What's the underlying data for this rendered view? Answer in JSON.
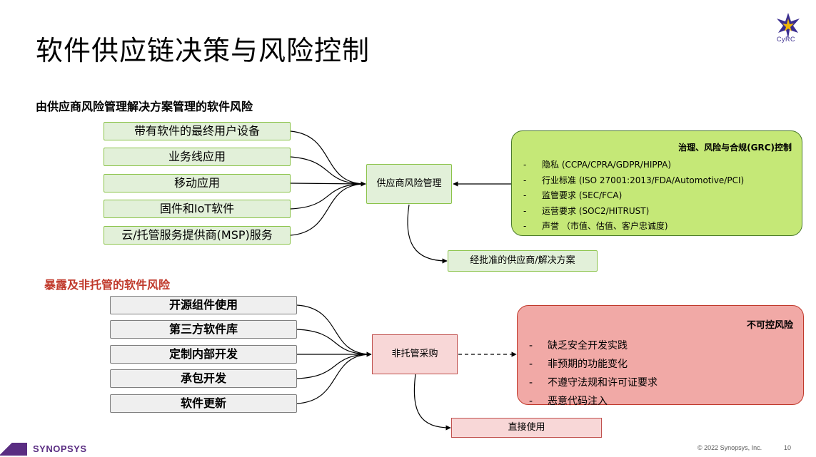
{
  "title": "软件供应链决策与风险控制",
  "logo": {
    "icon": "cyrc-logo-icon",
    "text": "CyRC"
  },
  "section1": {
    "heading": "由供应商风险管理解决方案管理的软件风险",
    "sources": [
      "带有软件的最终用户设备",
      "业务线应用",
      "移动应用",
      "固件和IoT软件",
      "云/托管服务提供商(MSP)服务"
    ],
    "hub": "供应商风险管理",
    "outcome": "经批准的供应商/解决方案",
    "panel": {
      "title": "治理、风险与合规(GRC)控制",
      "items": [
        "隐私 (CCPA/CPRA/GDPR/HIPPA)",
        "行业标准 (ISO 27001:2013/FDA/Automotive/PCI)",
        "监管要求 (SEC/FCA)",
        "运营要求 (SOC2/HITRUST)",
        "声誉 （市值、估值、客户忠诚度)"
      ]
    }
  },
  "section2": {
    "heading": "暴露及非托管的软件风险",
    "sources": [
      "开源组件使用",
      "第三方软件库",
      "定制内部开发",
      "承包开发",
      "软件更新"
    ],
    "hub": "非托管采购",
    "outcome": "直接使用",
    "panel": {
      "title": "不可控风险",
      "items": [
        "缺乏安全开发实践",
        "非预期的功能变化",
        "不遵守法规和许可证要求",
        "恶意代码注入"
      ]
    }
  },
  "footer": {
    "brand": "SYNOPSYS",
    "copyright": "© 2022 Synopsys, Inc.",
    "page": "10"
  },
  "colors": {
    "green_fill": "#e2f0d9",
    "green_panel": "#c5e877",
    "pink_fill": "#f8d7d7",
    "red_panel": "#f1a9a6",
    "gray_fill": "#efefef",
    "heading_red": "#c0392b"
  }
}
